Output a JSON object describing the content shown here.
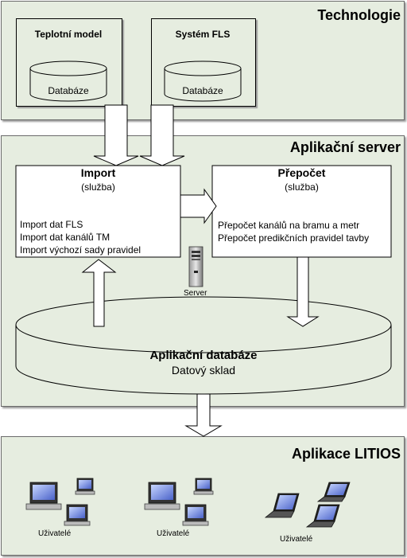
{
  "technologie": {
    "title": "Technologie",
    "teplotni_model": {
      "title": "Teplotní model",
      "db_label": "Databáze"
    },
    "system_fls": {
      "title": "Systém FLS",
      "db_label": "Databáze"
    }
  },
  "aplikacni_server": {
    "title": "Aplikační server",
    "import": {
      "title": "Import",
      "subtitle": "(služba)",
      "items": [
        "Import dat FLS",
        "Import dat kanálů TM",
        "Import výchozí sady pravidel"
      ]
    },
    "prepocet": {
      "title": "Přepočet",
      "subtitle": "(služba)",
      "items": [
        "Přepočet kanálů na bramu a metr",
        "Přepočet predikčních pravidel tavby"
      ]
    },
    "server_label": "Server",
    "database": {
      "title": "Aplikační databáze",
      "subtitle": "Datový sklad"
    }
  },
  "aplikace_litios": {
    "title": "Aplikace LITIOS",
    "users": [
      "Uživatelé",
      "Uživatelé",
      "Uživatelé"
    ]
  }
}
